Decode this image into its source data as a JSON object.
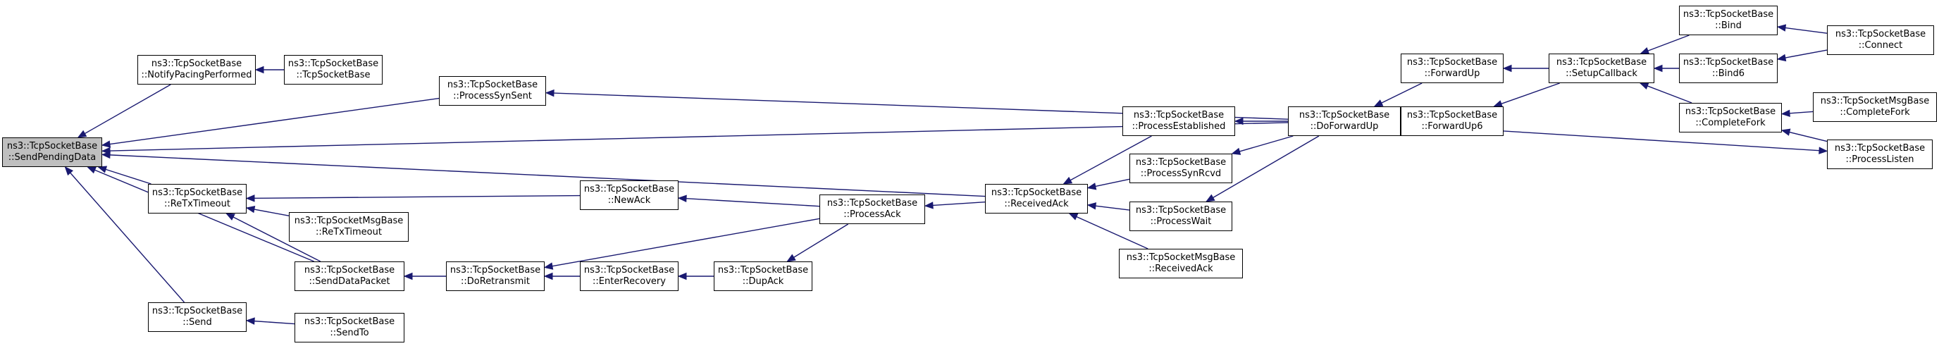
{
  "colors": {
    "edge": "#191970",
    "node_border": "#000000",
    "node_fill": "#ffffff",
    "focus_fill": "#bfbfbf"
  },
  "nodes": [
    {
      "id": "sendPendingData",
      "l1": "ns3::TcpSocketBase",
      "l2": "::SendPendingData",
      "focus": true
    },
    {
      "id": "notifyPacing",
      "l1": "ns3::TcpSocketBase",
      "l2": "::NotifyPacingPerformed"
    },
    {
      "id": "ctor",
      "l1": "ns3::TcpSocketBase",
      "l2": "::TcpSocketBase"
    },
    {
      "id": "processSynSent",
      "l1": "ns3::TcpSocketBase",
      "l2": "::ProcessSynSent"
    },
    {
      "id": "reTxTimeout",
      "l1": "ns3::TcpSocketBase",
      "l2": "::ReTxTimeout"
    },
    {
      "id": "msgReTxTimeout",
      "l1": "ns3::TcpSocketMsgBase",
      "l2": "::ReTxTimeout"
    },
    {
      "id": "sendDataPacket",
      "l1": "ns3::TcpSocketBase",
      "l2": "::SendDataPacket"
    },
    {
      "id": "send",
      "l1": "ns3::TcpSocketBase",
      "l2": "::Send"
    },
    {
      "id": "sendTo",
      "l1": "ns3::TcpSocketBase",
      "l2": "::SendTo"
    },
    {
      "id": "newAck",
      "l1": "ns3::TcpSocketBase",
      "l2": "::NewAck"
    },
    {
      "id": "doRetransmit",
      "l1": "ns3::TcpSocketBase",
      "l2": "::DoRetransmit"
    },
    {
      "id": "enterRecovery",
      "l1": "ns3::TcpSocketBase",
      "l2": "::EnterRecovery"
    },
    {
      "id": "dupAck",
      "l1": "ns3::TcpSocketBase",
      "l2": "::DupAck"
    },
    {
      "id": "processAck",
      "l1": "ns3::TcpSocketBase",
      "l2": "::ProcessAck"
    },
    {
      "id": "receivedAck",
      "l1": "ns3::TcpSocketBase",
      "l2": "::ReceivedAck"
    },
    {
      "id": "processEstablished",
      "l1": "ns3::TcpSocketBase",
      "l2": "::ProcessEstablished"
    },
    {
      "id": "processSynRcvd",
      "l1": "ns3::TcpSocketBase",
      "l2": "::ProcessSynRcvd"
    },
    {
      "id": "processWait",
      "l1": "ns3::TcpSocketBase",
      "l2": "::ProcessWait"
    },
    {
      "id": "msgReceivedAck",
      "l1": "ns3::TcpSocketMsgBase",
      "l2": "::ReceivedAck"
    },
    {
      "id": "doForwardUp",
      "l1": "ns3::TcpSocketBase",
      "l2": "::DoForwardUp"
    },
    {
      "id": "forwardUp",
      "l1": "ns3::TcpSocketBase",
      "l2": "::ForwardUp"
    },
    {
      "id": "forwardUp6",
      "l1": "ns3::TcpSocketBase",
      "l2": "::ForwardUp6"
    },
    {
      "id": "setupCallback",
      "l1": "ns3::TcpSocketBase",
      "l2": "::SetupCallback"
    },
    {
      "id": "bind",
      "l1": "ns3::TcpSocketBase",
      "l2": "::Bind"
    },
    {
      "id": "bind6",
      "l1": "ns3::TcpSocketBase",
      "l2": "::Bind6"
    },
    {
      "id": "completeFork",
      "l1": "ns3::TcpSocketBase",
      "l2": "::CompleteFork"
    },
    {
      "id": "connect",
      "l1": "ns3::TcpSocketBase",
      "l2": "::Connect"
    },
    {
      "id": "msgCompleteFork",
      "l1": "ns3::TcpSocketMsgBase",
      "l2": "::CompleteFork"
    },
    {
      "id": "processListen",
      "l1": "ns3::TcpSocketBase",
      "l2": "::ProcessListen"
    }
  ],
  "edges": [
    {
      "from": "notifyPacing",
      "to": "sendPendingData"
    },
    {
      "from": "ctor",
      "to": "notifyPacing"
    },
    {
      "from": "processSynSent",
      "to": "sendPendingData"
    },
    {
      "from": "doForwardUp",
      "to": "processSynSent"
    },
    {
      "from": "doForwardUp",
      "to": "sendPendingData"
    },
    {
      "from": "receivedAck",
      "to": "sendPendingData"
    },
    {
      "from": "reTxTimeout",
      "to": "sendPendingData"
    },
    {
      "from": "sendDataPacket",
      "to": "sendPendingData"
    },
    {
      "from": "send",
      "to": "sendPendingData"
    },
    {
      "from": "newAck",
      "to": "reTxTimeout"
    },
    {
      "from": "msgReTxTimeout",
      "to": "reTxTimeout"
    },
    {
      "from": "sendDataPacket",
      "to": "reTxTimeout"
    },
    {
      "from": "doRetransmit",
      "to": "sendDataPacket"
    },
    {
      "from": "sendTo",
      "to": "send"
    },
    {
      "from": "processAck",
      "to": "newAck"
    },
    {
      "from": "processAck",
      "to": "doRetransmit"
    },
    {
      "from": "enterRecovery",
      "to": "doRetransmit"
    },
    {
      "from": "dupAck",
      "to": "enterRecovery"
    },
    {
      "from": "processAck",
      "to": "dupAck"
    },
    {
      "from": "receivedAck",
      "to": "processAck"
    },
    {
      "from": "processEstablished",
      "to": "receivedAck"
    },
    {
      "from": "processSynRcvd",
      "to": "receivedAck"
    },
    {
      "from": "processWait",
      "to": "receivedAck"
    },
    {
      "from": "msgReceivedAck",
      "to": "receivedAck"
    },
    {
      "from": "doForwardUp",
      "to": "processEstablished"
    },
    {
      "from": "doForwardUp",
      "to": "processSynRcvd"
    },
    {
      "from": "doForwardUp",
      "to": "processWait"
    },
    {
      "from": "forwardUp",
      "to": "doForwardUp"
    },
    {
      "from": "forwardUp6",
      "to": "doForwardUp"
    },
    {
      "from": "setupCallback",
      "to": "forwardUp"
    },
    {
      "from": "setupCallback",
      "to": "forwardUp6"
    },
    {
      "from": "bind",
      "to": "setupCallback"
    },
    {
      "from": "bind6",
      "to": "setupCallback"
    },
    {
      "from": "completeFork",
      "to": "setupCallback"
    },
    {
      "from": "connect",
      "to": "bind"
    },
    {
      "from": "connect",
      "to": "bind6"
    },
    {
      "from": "msgCompleteFork",
      "to": "completeFork"
    },
    {
      "from": "processListen",
      "to": "completeFork"
    },
    {
      "from": "doForwardUp",
      "to": "processListen"
    }
  ]
}
